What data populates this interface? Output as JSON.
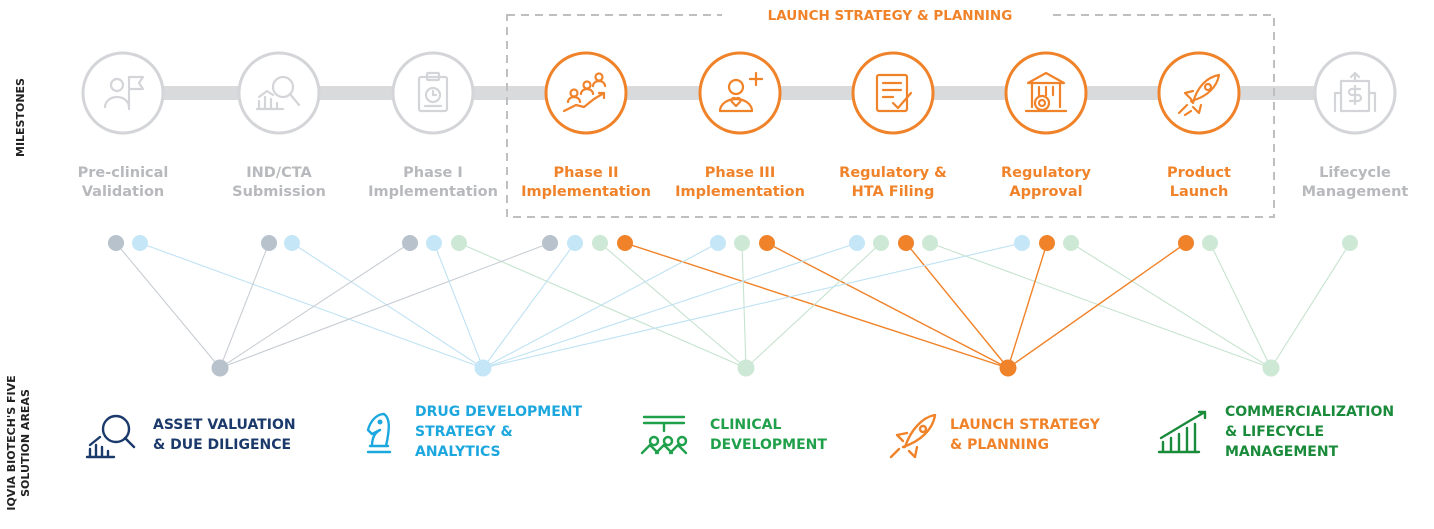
{
  "axis_labels": {
    "milestones": "MILESTONES",
    "solution_areas": [
      "IQVIA BIOTECH'S FIVE",
      "SOLUTION AREAS"
    ]
  },
  "launch_group": {
    "title": "LAUNCH STRATEGY & PLANNING"
  },
  "colors": {
    "grey_text": "#b7b9bd",
    "grey_icon": "#d4d5d8",
    "connector": "#d9dadc",
    "orange": "#f0832a",
    "dot_navy": "#b7c2cc",
    "dot_lightblue": "#c4e6f7",
    "dot_green": "#cde8d5",
    "line_blue": "#bfe2f3",
    "line_green": "#c6e3cf",
    "line_grey": "#c9ced4",
    "dashed": "#bfbfbf",
    "asset": "#1b3a6b",
    "drugdev": "#1ca7df",
    "clinical": "#20a04b",
    "launch": "#f0832a",
    "commercial": "#1a8a3b"
  },
  "milestones": [
    {
      "lines": [
        "Pre-clinical",
        "Validation"
      ],
      "icon": "person-flag-icon",
      "state": "inactive"
    },
    {
      "lines": [
        "IND/CTA",
        "Submission"
      ],
      "icon": "magnifier-chart-icon",
      "state": "inactive"
    },
    {
      "lines": [
        "Phase I",
        "Implementation"
      ],
      "icon": "clipboard-clock-icon",
      "state": "inactive"
    },
    {
      "lines": [
        "Phase II",
        "Implementation"
      ],
      "icon": "people-growth-icon",
      "state": "active"
    },
    {
      "lines": [
        "Phase III",
        "Implementation"
      ],
      "icon": "person-heart-plus-icon",
      "state": "active"
    },
    {
      "lines": [
        "Regulatory &",
        "HTA Filing"
      ],
      "icon": "document-check-icon",
      "state": "active"
    },
    {
      "lines": [
        "Regulatory",
        "Approval"
      ],
      "icon": "courthouse-badge-icon",
      "state": "active"
    },
    {
      "lines": [
        "Product",
        "Launch"
      ],
      "icon": "rocket-icon",
      "state": "active"
    },
    {
      "lines": [
        "Lifecycle",
        "Management"
      ],
      "icon": "building-dollar-icon",
      "state": "inactive"
    }
  ],
  "solution_areas": [
    {
      "key": "asset",
      "lines": [
        "ASSET VALUATION",
        "& DUE DILIGENCE"
      ],
      "icon": "magnifier-bars-icon"
    },
    {
      "key": "drugdev",
      "lines": [
        "DRUG DEVELOPMENT",
        "STRATEGY &",
        "ANALYTICS"
      ],
      "icon": "chess-knight-icon"
    },
    {
      "key": "clinical",
      "lines": [
        "CLINICAL",
        "DEVELOPMENT"
      ],
      "icon": "team-screen-icon"
    },
    {
      "key": "launch",
      "lines": [
        "LAUNCH STRATEGY",
        "& PLANNING"
      ],
      "icon": "rocket-outline-icon"
    },
    {
      "key": "commercial",
      "lines": [
        "COMMERCIALIZATION",
        "& LIFECYCLE",
        "MANAGEMENT"
      ],
      "icon": "growth-bars-icon"
    }
  ],
  "links": [
    {
      "milestone": 0,
      "areas": [
        "asset",
        "drugdev"
      ]
    },
    {
      "milestone": 1,
      "areas": [
        "asset",
        "drugdev"
      ]
    },
    {
      "milestone": 2,
      "areas": [
        "asset",
        "drugdev",
        "clinical"
      ]
    },
    {
      "milestone": 3,
      "areas": [
        "asset",
        "drugdev",
        "clinical",
        "launch"
      ]
    },
    {
      "milestone": 4,
      "areas": [
        "drugdev",
        "clinical",
        "launch"
      ]
    },
    {
      "milestone": 5,
      "areas": [
        "drugdev",
        "clinical",
        "launch",
        "commercial"
      ]
    },
    {
      "milestone": 6,
      "areas": [
        "drugdev",
        "launch",
        "commercial"
      ]
    },
    {
      "milestone": 7,
      "areas": [
        "launch",
        "commercial"
      ]
    },
    {
      "milestone": 8,
      "areas": [
        "commercial"
      ]
    }
  ]
}
